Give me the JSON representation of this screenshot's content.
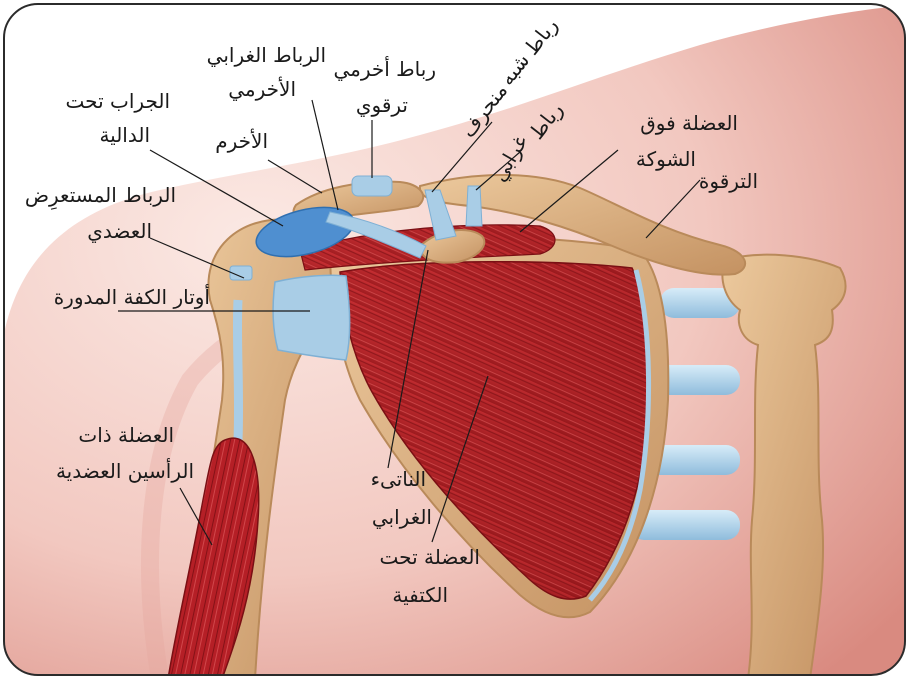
{
  "labels": {
    "subdeltoid_bursa": [
      "الجراب تحت",
      "الدالية"
    ],
    "acromion": "الأخرم",
    "coracoacromial_ligament": [
      "الرباط الغرابي",
      "الأخرمي"
    ],
    "acromioclavicular_ligament": [
      "رباط أخرمي",
      "ترقوي"
    ],
    "trapezoid_ligament": [
      "رباط",
      "شبه",
      "منحرف"
    ],
    "conoid_ligament": [
      "رباط",
      "غرابي"
    ],
    "supraspinatus": [
      "العضلة فوق",
      "الشوكة"
    ],
    "clavicle": "الترقوة",
    "transverse_humeral_ligament": [
      "الرباط المستعرِض",
      "العضدي"
    ],
    "rotator_cuff_tendons": "أوتار الكفة المدورة",
    "biceps_brachii": [
      "العضلة ذات",
      "الرأسين العضدية"
    ],
    "coracoid_process": [
      "الناتىء",
      "الغرابي"
    ],
    "subscapularis": [
      "العضلة تحت",
      "الكتفية"
    ]
  },
  "colors": {
    "frame": "#2b2b2b",
    "skin_light": "#f7dcd6",
    "skin_dark": "#d98a80",
    "bone": "#d9ae7e",
    "bone_shadow": "#b98a5a",
    "muscle": "#c4262c",
    "muscle_dark": "#8e1418",
    "ligament": "#a9cde6",
    "bursa": "#4f8fd0"
  }
}
